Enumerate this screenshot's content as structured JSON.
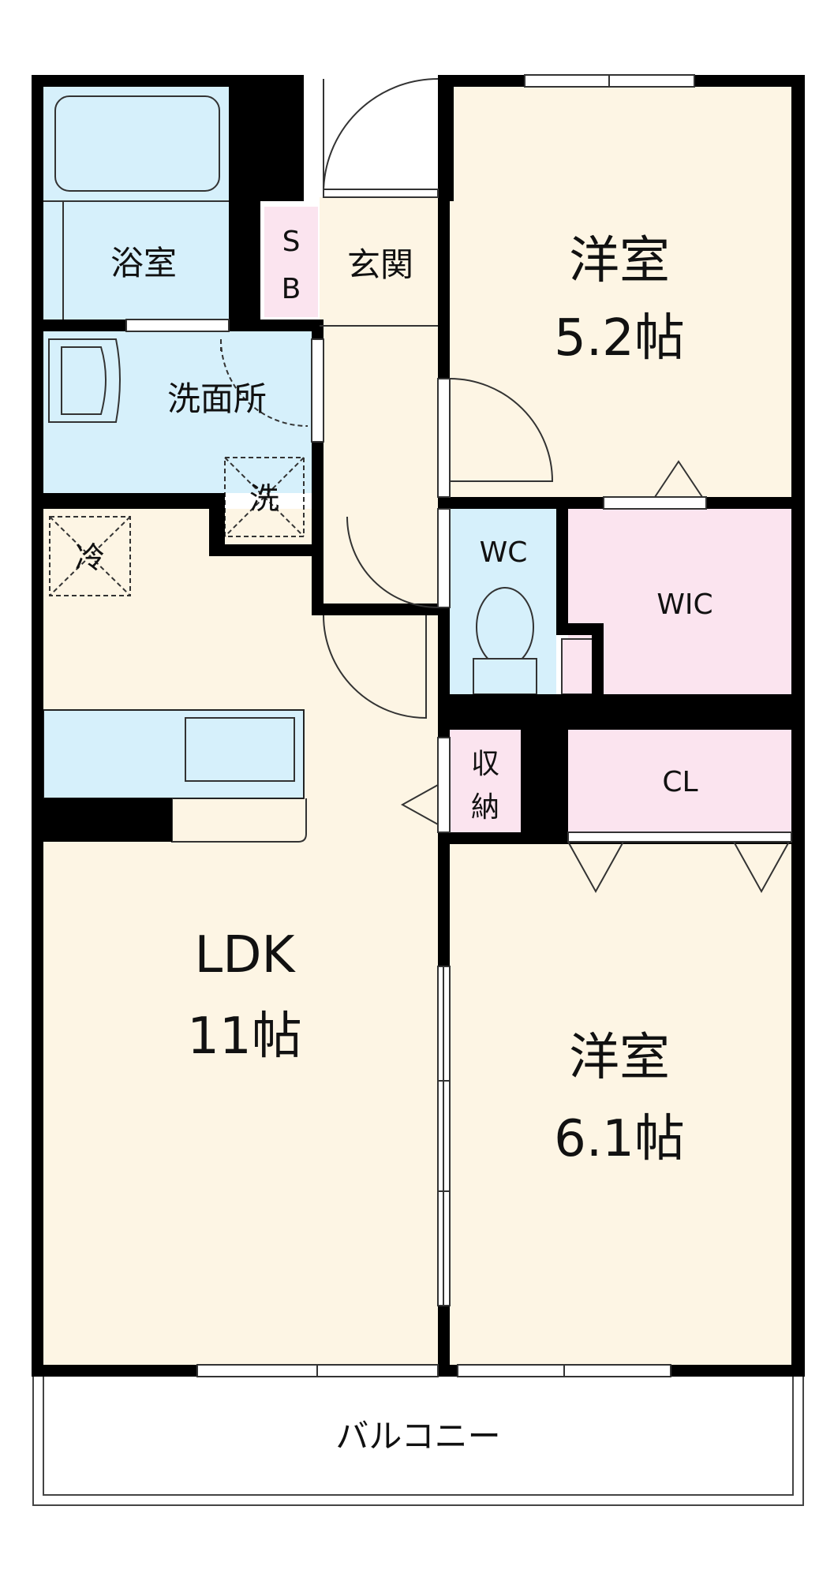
{
  "rooms": {
    "bath": {
      "label": "浴室"
    },
    "shoe_box": {
      "label_line1": "S",
      "label_line2": "B"
    },
    "entrance": {
      "label": "玄関"
    },
    "western_room_1": {
      "label_line1": "洋室",
      "label_line2": "5.2帖"
    },
    "washroom": {
      "label": "洗面所"
    },
    "washer_space": {
      "label": "洗"
    },
    "fridge_space": {
      "label": "冷"
    },
    "toilet": {
      "label": "WC"
    },
    "walk_in_closet": {
      "label": "WIC"
    },
    "storage": {
      "label_line1": "収",
      "label_line2": "納"
    },
    "closet": {
      "label": "CL"
    },
    "ldk": {
      "label_line1": "LDK",
      "label_line2": "11帖"
    },
    "western_room_2": {
      "label_line1": "洋室",
      "label_line2": "6.1帖"
    },
    "balcony": {
      "label": "バルコニー"
    }
  },
  "colors": {
    "wall": "#000000",
    "living_floor": "#fdf5e4",
    "wet_area": "#d6f0fb",
    "storage_area": "#fbe4ef",
    "balcony": "#ffffff"
  }
}
